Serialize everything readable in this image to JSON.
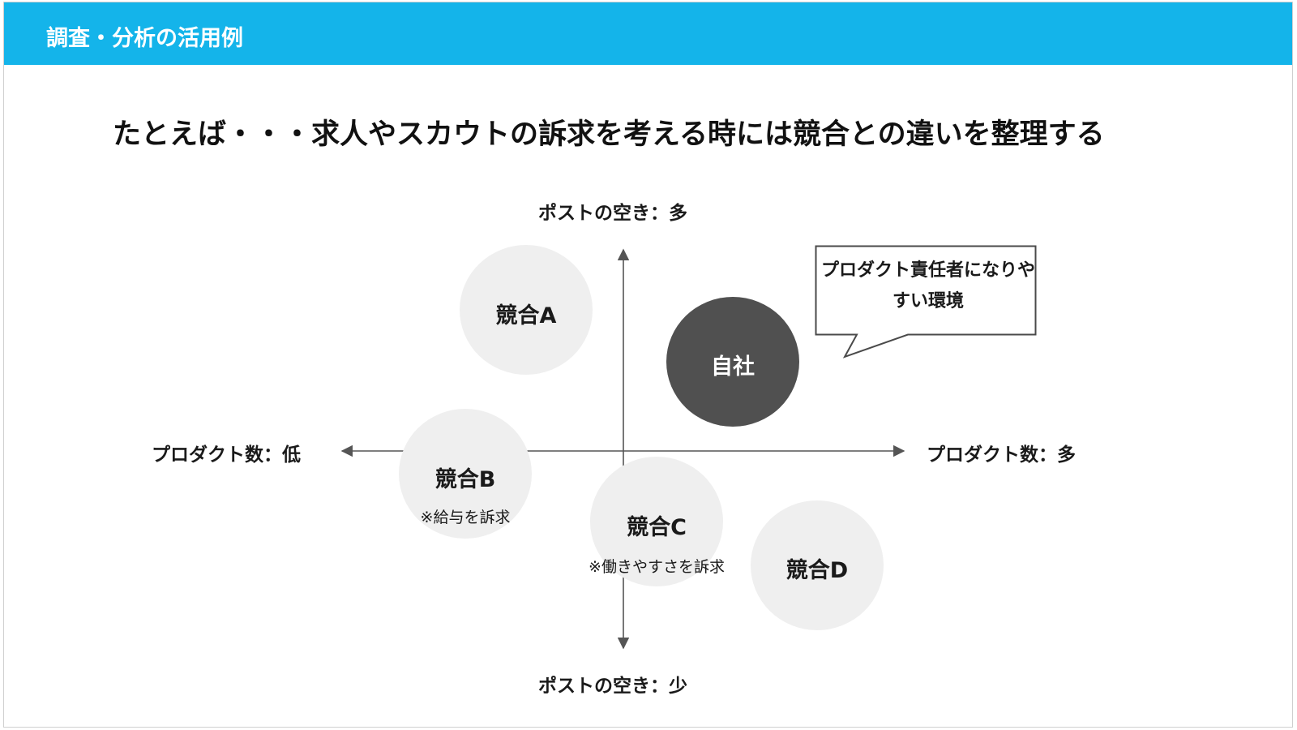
{
  "header": {
    "title": "調査・分析の活用例"
  },
  "headline": "たとえば・・・求人やスカウトの訴求を考える時には競合との違いを整理する",
  "axes": {
    "top": "ポストの空き：多",
    "bottom": "ポストの空き：少",
    "left": "プロダクト数：低",
    "right": "プロダクト数：多"
  },
  "companies": {
    "a": {
      "label": "競合A"
    },
    "b": {
      "label": "競合B",
      "note": "※給与を訴求"
    },
    "c": {
      "label": "競合C",
      "note": "※働きやすさを訴求"
    },
    "d": {
      "label": "競合D"
    },
    "self": {
      "label": "自社"
    }
  },
  "callout": {
    "text": "プロダクト責任者になりやすい環境"
  },
  "colors": {
    "header": "#14b4ea",
    "circle": "#efefef",
    "self_circle": "#505050",
    "axis": "#555555"
  }
}
